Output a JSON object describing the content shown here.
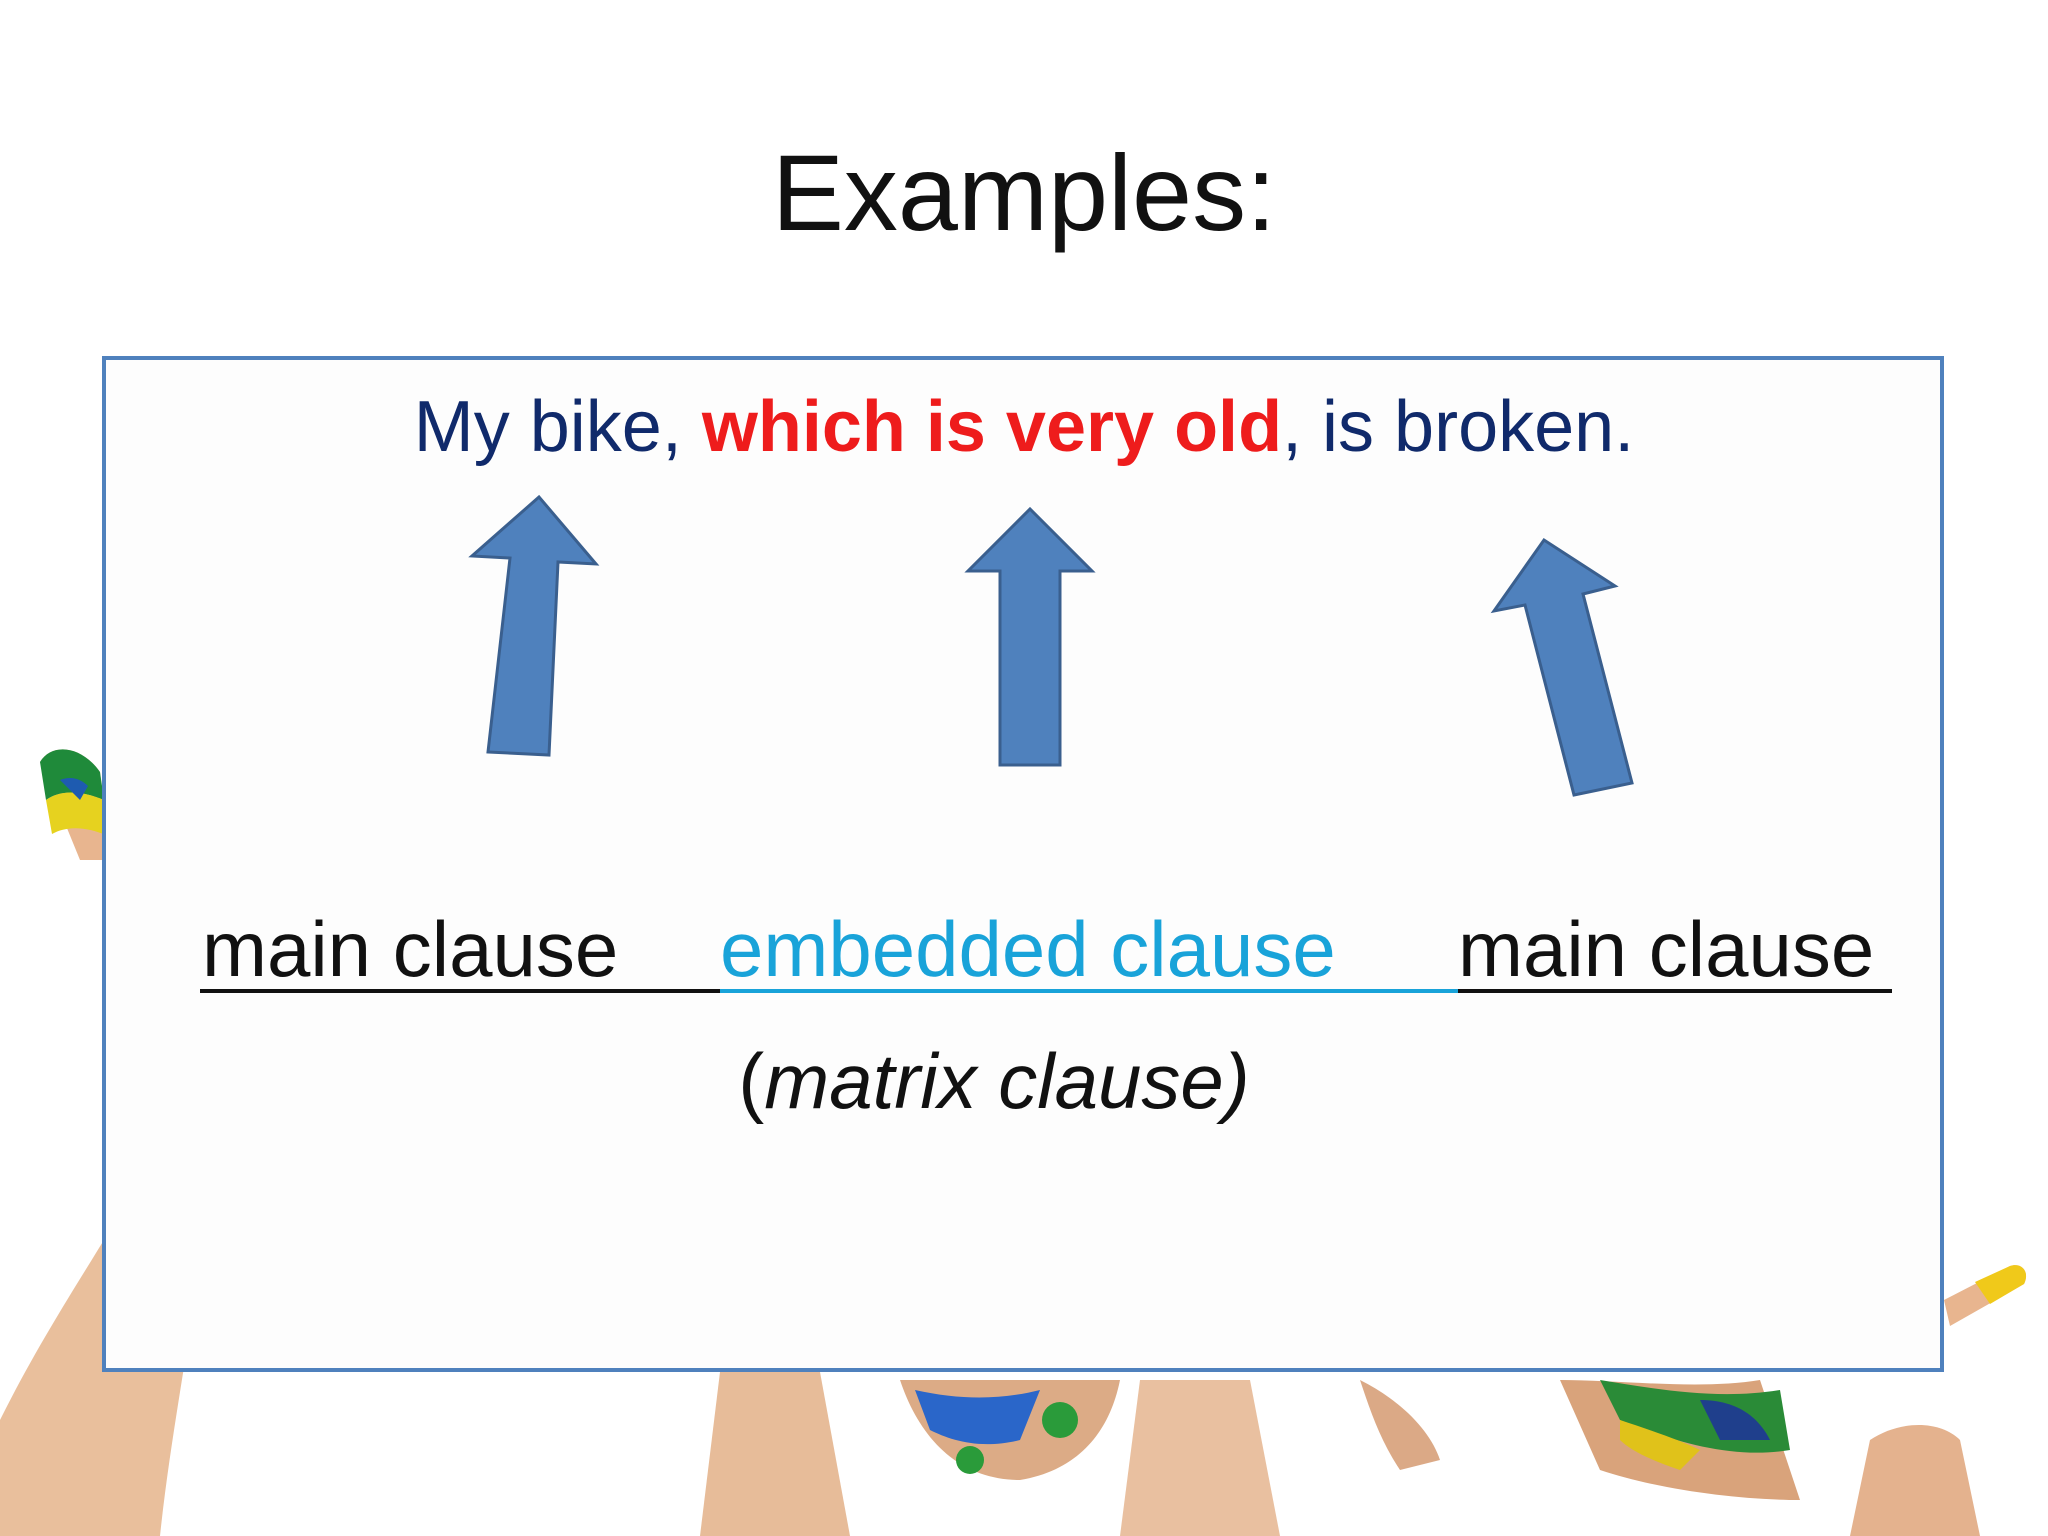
{
  "slide": {
    "title": "Examples:",
    "sentence": {
      "part1": "My bike, ",
      "highlight": "which is very old",
      "part2": ", is broken."
    },
    "labels": {
      "main_left": "main clause",
      "embedded": "embedded clause",
      "main_right": "main clause"
    },
    "note": {
      "open": "(",
      "text": "matrix clause)"
    }
  },
  "colors": {
    "sentence_text": "#102a6b",
    "highlight": "#ee1c1c",
    "embedded": "#19a3d9",
    "arrow_fill": "#4f81bd",
    "box_border": "#4f81bd"
  }
}
